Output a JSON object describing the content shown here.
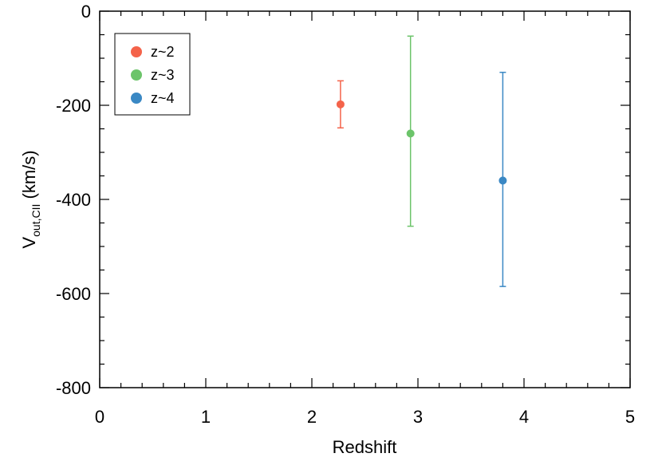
{
  "chart_data": {
    "type": "scatter",
    "title": "",
    "xlabel": "Redshift",
    "ylabel_main": "V",
    "ylabel_sub": "out,CII",
    "ylabel_unit": " (km/s)",
    "xlim": [
      0,
      5
    ],
    "ylim": [
      -800,
      0
    ],
    "xticks": [
      0,
      1,
      2,
      3,
      4,
      5
    ],
    "yticks": [
      0,
      -200,
      -400,
      -600,
      -800
    ],
    "ytick_labels": [
      "0",
      "-200",
      "-400",
      "-600",
      "-800"
    ],
    "grid": false,
    "legend_position": "top-left",
    "series": [
      {
        "name": "z~2",
        "color": "#f4634a",
        "x": [
          2.27
        ],
        "y": [
          -198
        ],
        "err_low": [
          -248
        ],
        "err_high": [
          -148
        ]
      },
      {
        "name": "z~3",
        "color": "#6cc46a",
        "x": [
          2.93
        ],
        "y": [
          -260
        ],
        "err_low": [
          -457
        ],
        "err_high": [
          -53
        ]
      },
      {
        "name": "z~4",
        "color": "#3a88c4",
        "x": [
          3.8
        ],
        "y": [
          -360
        ],
        "err_low": [
          -585
        ],
        "err_high": [
          -130
        ]
      }
    ]
  }
}
